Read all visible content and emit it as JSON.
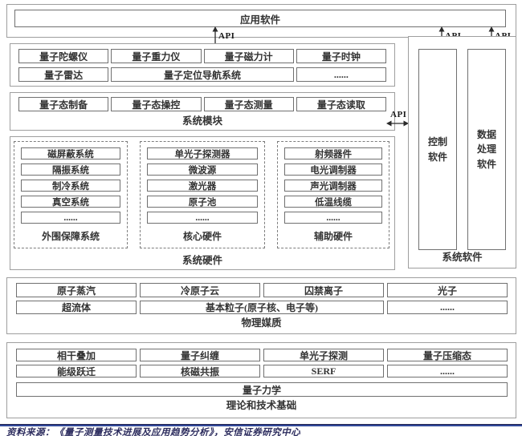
{
  "api_label": "API",
  "app": {
    "label": "应用软件"
  },
  "instruments": {
    "row1": [
      "量子陀螺仪",
      "量子重力仪",
      "量子磁力计",
      "量子时钟"
    ],
    "row2": [
      "量子雷达",
      "量子定位导航系统",
      "......"
    ]
  },
  "modules": {
    "label": "系统模块",
    "items": [
      "量子态制备",
      "量子态操控",
      "量子态测量",
      "量子态读取"
    ]
  },
  "hardware": {
    "label": "系统硬件",
    "columns": [
      {
        "label": "外围保障系统",
        "items": [
          "磁屏蔽系统",
          "隔振系统",
          "制冷系统",
          "真空系统",
          "......"
        ]
      },
      {
        "label": "核心硬件",
        "items": [
          "单光子探测器",
          "微波源",
          "激光器",
          "原子池",
          "......"
        ]
      },
      {
        "label": "辅助硬件",
        "items": [
          "射频器件",
          "电光调制器",
          "声光调制器",
          "低温线缆",
          "......"
        ]
      }
    ]
  },
  "software": {
    "label": "系统软件",
    "boxes": [
      "控制软件",
      "数据处理软件"
    ]
  },
  "media": {
    "label": "物理媒质",
    "row1": [
      "原子蒸汽",
      "冷原子云",
      "囚禁离子",
      "光子"
    ],
    "row2": [
      "超流体",
      "基本粒子(原子核、电子等)",
      "......"
    ]
  },
  "theory": {
    "label": "理论和技术基础",
    "row1": [
      "相干叠加",
      "量子纠缠",
      "单光子探测",
      "量子压缩态"
    ],
    "row2": [
      "能级跃迁",
      "核磁共振",
      "SERF",
      "......"
    ],
    "base": "量子力学"
  },
  "source": {
    "text": "资料来源：《量子测量技术进展及应用趋势分析》，安信证券研究中心"
  },
  "colors": {
    "rule_blue": "#31499a",
    "source_text": "#2c2c5e",
    "box_border": "#707070",
    "container_border": "#9e9e9e"
  }
}
